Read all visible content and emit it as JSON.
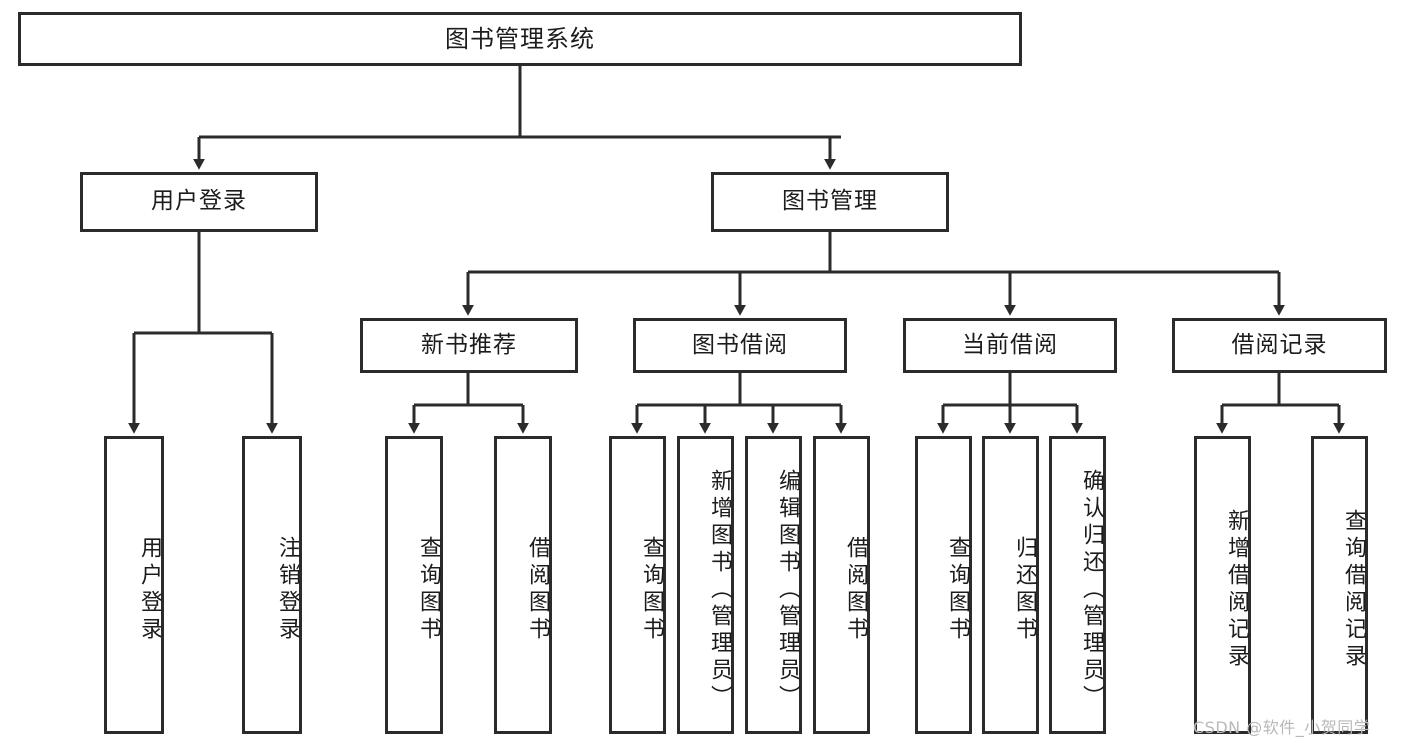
{
  "diagram": {
    "title": "图书管理系统",
    "type": "hierarchy-tree",
    "watermark": "CSDN @软件_小贺同学",
    "colors": {
      "stroke": "#2b2b2b",
      "fill": "#ffffff",
      "text": "#1c1c1c",
      "watermark": "#b9b9b9"
    },
    "levels": {
      "root": "图书管理系统",
      "level2": [
        "用户登录",
        "图书管理"
      ],
      "level3": [
        "新书推荐",
        "图书借阅",
        "当前借阅",
        "借阅记录"
      ]
    },
    "nodes": {
      "root": {
        "label": "图书管理系统"
      },
      "user_login": {
        "label": "用户登录"
      },
      "book_manage": {
        "label": "图书管理"
      },
      "new_book_rec": {
        "label": "新书推荐"
      },
      "book_borrow": {
        "label": "图书借阅"
      },
      "current_borrow": {
        "label": "当前借阅"
      },
      "borrow_record": {
        "label": "借阅记录"
      }
    },
    "leaves": {
      "user_login": [
        "用户登录",
        "注销登录"
      ],
      "new_book_rec": [
        "查询图书",
        "借阅图书"
      ],
      "book_borrow": [
        "查询图书",
        "新增图书（管理员）",
        "编辑图书（管理员）",
        "借阅图书"
      ],
      "current_borrow": [
        "查询图书",
        "归还图书",
        "确认归还（管理员）"
      ],
      "borrow_record": [
        "新增借阅记录",
        "查询借阅记录"
      ]
    }
  }
}
